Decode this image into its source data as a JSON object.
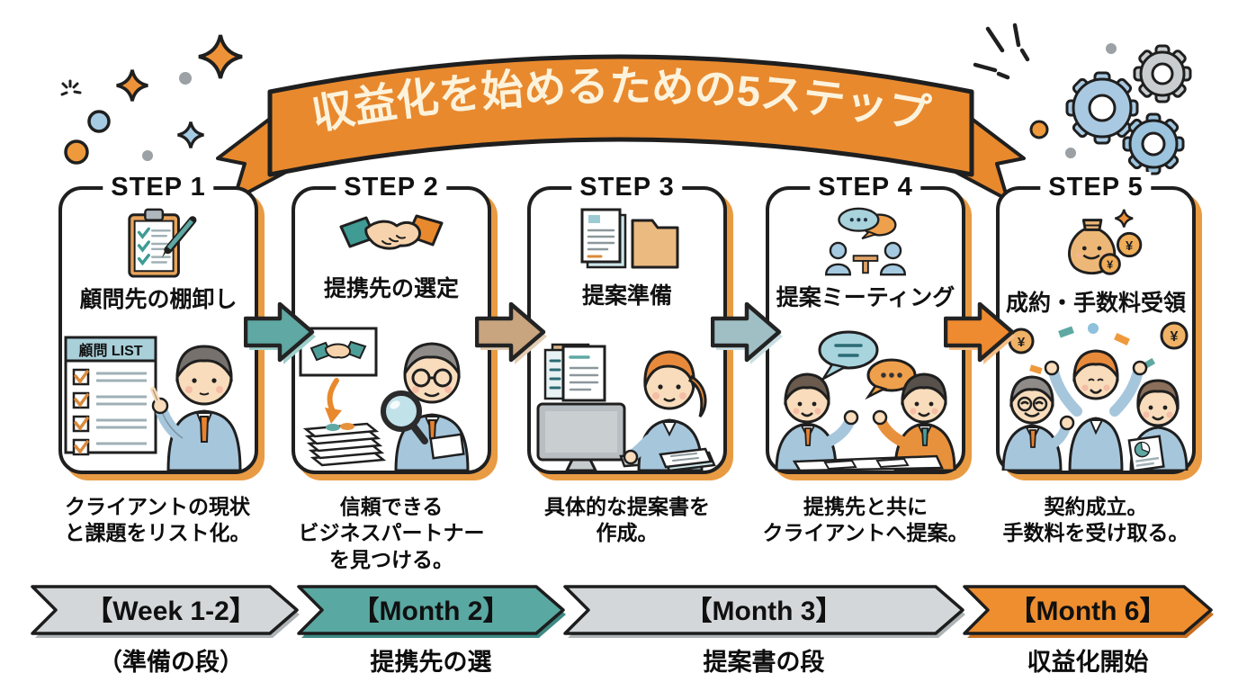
{
  "title": "収益化を始めるための5ステップ",
  "symbols": {
    "yen": "¥"
  },
  "steps": [
    {
      "label": "STEP 1",
      "title": "顧問先の棚卸し",
      "icon": "clipboard-checklist-icon",
      "list_title": "顧問 LIST",
      "desc_lines": [
        "クライアントの現状",
        "と課題をリスト化。"
      ]
    },
    {
      "label": "STEP 2",
      "title": "提携先の選定",
      "icon": "handshake-icon",
      "desc_lines": [
        "信頼できる",
        "ビジネスパートナー",
        "を見つける。"
      ]
    },
    {
      "label": "STEP 3",
      "title": "提案準備",
      "icon": "documents-folder-icon",
      "desc_lines": [
        "具体的な提案書を",
        "作成。"
      ]
    },
    {
      "label": "STEP 4",
      "title": "提案ミーティング",
      "icon": "meeting-chat-icon",
      "desc_lines": [
        "提携先と共に",
        "クライアントへ提案。"
      ]
    },
    {
      "label": "STEP 5",
      "title": "成約・手数料受領",
      "icon": "money-bag-icon",
      "desc_lines": [
        "契約成立。",
        "手数料を受け取る。"
      ]
    }
  ],
  "arrows": [
    {
      "color": "#5FA8A3",
      "shadow": "#9ECFCB"
    },
    {
      "color": "#C8A47F",
      "shadow": "#E2CDB4"
    },
    {
      "color": "#9FBFC4",
      "shadow": "#C9DEE1"
    },
    {
      "color": "#EE8A2F",
      "shadow": "#F5BE85"
    }
  ],
  "timeline": [
    {
      "label": "【Week 1-2】",
      "caption": "（準備の段）",
      "color": "#D3D7D9",
      "shadow": "#AEB4B6"
    },
    {
      "label": "【Month 2】",
      "caption": "提携先の選",
      "color": "#5AA8A2",
      "shadow": "#3E8A85"
    },
    {
      "label": "【Month 3】",
      "caption": "提案書の段",
      "color": "#D3D7D9",
      "shadow": "#AEB4B6"
    },
    {
      "label": "【Month 6】",
      "caption": "収益化開始",
      "color": "#EE8E2F",
      "shadow": "#C96F1F"
    }
  ],
  "colors": {
    "ribbon": "#E8892E",
    "ribbon_fold": "#C96F1F",
    "card_shadow": "#E99B43",
    "ribbon_text": "#FDF3DC",
    "outline": "#1f1f1f"
  }
}
